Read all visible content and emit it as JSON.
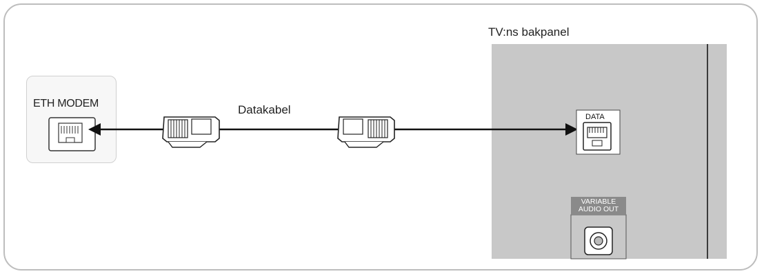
{
  "modem": {
    "label": "ETH MODEM"
  },
  "cable": {
    "label": "Datakabel"
  },
  "tv_panel": {
    "title": "TV:ns bakpanel",
    "data_port_label": "DATA",
    "audio_port_label_line1": "VARIABLE",
    "audio_port_label_line2": "AUDIO OUT"
  },
  "colors": {
    "frame": "#bdbdbd",
    "panel": "#c8c8c8",
    "line": "#111111",
    "audio_tab": "#8a8a8a"
  }
}
